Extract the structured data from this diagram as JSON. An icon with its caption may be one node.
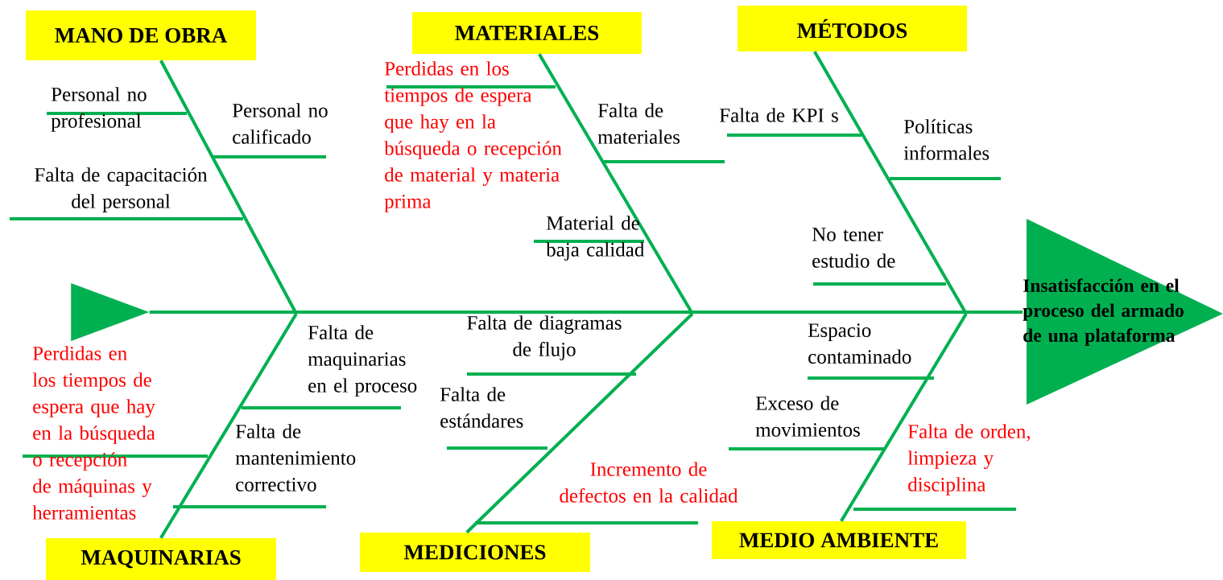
{
  "diagram": {
    "nodes": [
      {
        "text": [
          "MANO DE OBRA"
        ]
      },
      {
        "text": [
          "MATERIALES"
        ]
      },
      {
        "text": [
          "MÉTODOS"
        ]
      },
      {
        "text": [
          "MAQUINARIAS"
        ]
      },
      {
        "text": [
          "MEDICIONES"
        ]
      },
      {
        "text": [
          "MEDIO AMBIENTE"
        ]
      },
      {
        "text": [],
        "shape": "triangle"
      },
      {
        "text": [
          "Insatisfacción en el proceso del armado de una plataforma"
        ]
      }
    ],
    "edges": [
      {
        "from": 0,
        "to": null,
        "arrow": "none"
      },
      {
        "from": 1,
        "to": null,
        "arrow": "none"
      },
      {
        "from": 2,
        "to": null,
        "arrow": "none"
      },
      {
        "from": 3,
        "to": null,
        "arrow": "none"
      },
      {
        "from": 4,
        "to": null,
        "arrow": "none"
      },
      {
        "from": 5,
        "to": null,
        "arrow": "none"
      },
      {
        "from": 6,
        "to": 7,
        "arrow": "none"
      }
    ],
    "labels": [
      "Personal no profesional",
      "Personal no calificado",
      "Falta de capacitación del personal",
      "Perdidas en los tiempos de espera que hay en la búsqueda o recepción de material y materia prima",
      "Falta de materiales",
      "Falta de KPI s",
      "Políticas informales",
      "Material de baja calidad",
      "No tener estudio de",
      "Falta de maquinarias en el proceso",
      "Falta de diagramas de flujo",
      "Espacio contaminado",
      "Perdidas en los tiempos de espera que hay en la búsqueda o recepción de máquinas y herramientas",
      "Falta de mantenimiento correctivo",
      "Falta de estándares",
      "Exceso de movimientos",
      "Incremento de defectos en la calidad",
      "Falta de orden, limpieza y disciplina"
    ]
  }
}
